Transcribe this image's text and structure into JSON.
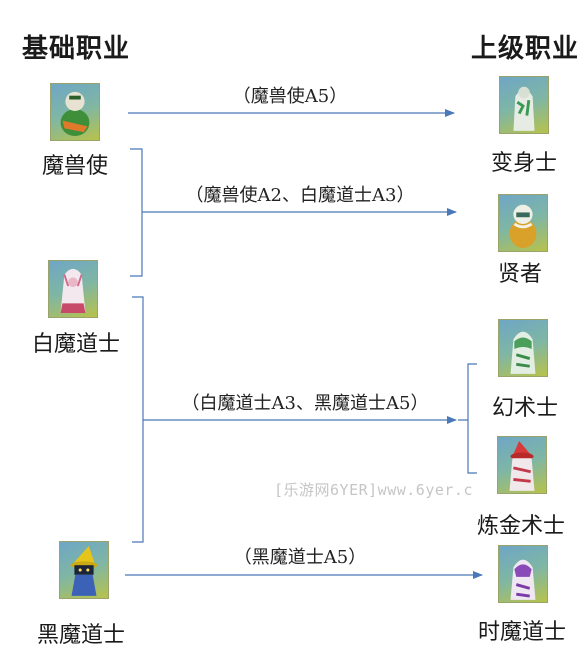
{
  "headings": {
    "base": "基础职业",
    "advanced": "上级职业"
  },
  "base_jobs": [
    {
      "name": "魔兽使",
      "icon": "beastmaster-sprite-icon"
    },
    {
      "name": "白魔道士",
      "icon": "white-mage-sprite-icon"
    },
    {
      "name": "黑魔道士",
      "icon": "black-mage-sprite-icon"
    }
  ],
  "advanced_jobs": [
    {
      "name": "变身士",
      "icon": "shapeshifter-sprite-icon"
    },
    {
      "name": "贤者",
      "icon": "sage-sprite-icon"
    },
    {
      "name": "幻术士",
      "icon": "illusionist-sprite-icon"
    },
    {
      "name": "炼金术士",
      "icon": "alchemist-sprite-icon"
    },
    {
      "name": "时魔道士",
      "icon": "time-mage-sprite-icon"
    }
  ],
  "conditions": [
    "（魔兽使A5）",
    "（魔兽使A2、白魔道士A3）",
    "（白魔道士A3、黑魔道士A5）",
    "（黑魔道士A5）"
  ],
  "watermark": "[乐游网6YER]www.6yer.c",
  "colors": {
    "arrow": "#4a78b8",
    "bracket": "#4a78b8"
  }
}
